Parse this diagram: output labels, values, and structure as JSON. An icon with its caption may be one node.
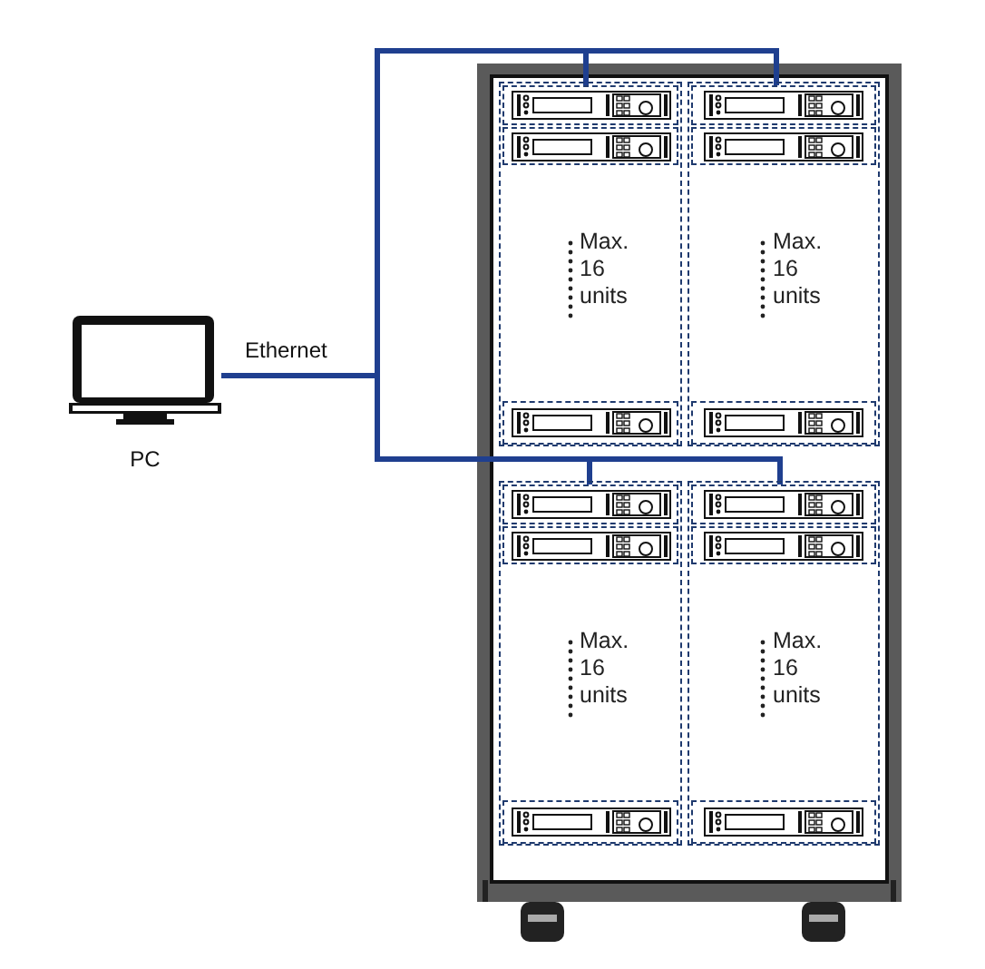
{
  "diagram": {
    "nodes": [
      {
        "text": [
          "PC"
        ]
      },
      {
        "text": [
          "Max. 16 units"
        ]
      },
      {
        "text": [],
        "shape": "picture",
        "in": 1
      },
      {
        "text": [],
        "shape": "picture",
        "in": 1
      },
      {
        "text": [],
        "shape": "picture",
        "in": 1
      },
      {
        "text": [
          "Max. 16 units"
        ]
      },
      {
        "text": [],
        "shape": "picture",
        "in": 5
      },
      {
        "text": [],
        "shape": "picture",
        "in": 5
      },
      {
        "text": [],
        "shape": "picture",
        "in": 5
      },
      {
        "text": [
          "Max. 16 units"
        ]
      },
      {
        "text": [],
        "shape": "picture",
        "in": 9
      },
      {
        "text": [],
        "shape": "picture",
        "in": 9
      },
      {
        "text": [],
        "shape": "picture",
        "in": 9
      },
      {
        "text": [
          "Max. 16 units"
        ]
      },
      {
        "text": [],
        "shape": "picture",
        "in": 13
      },
      {
        "text": [],
        "shape": "picture",
        "in": 13
      },
      {
        "text": [],
        "shape": "picture",
        "in": 13
      }
    ],
    "edges": [
      {
        "from": 0,
        "to": 2,
        "arrow": "none",
        "label": "Ethernet"
      },
      {
        "from": 0,
        "to": 6,
        "arrow": "none"
      },
      {
        "from": 0,
        "to": 10,
        "arrow": "none"
      },
      {
        "from": 0,
        "to": 14,
        "arrow": "none"
      }
    ]
  }
}
